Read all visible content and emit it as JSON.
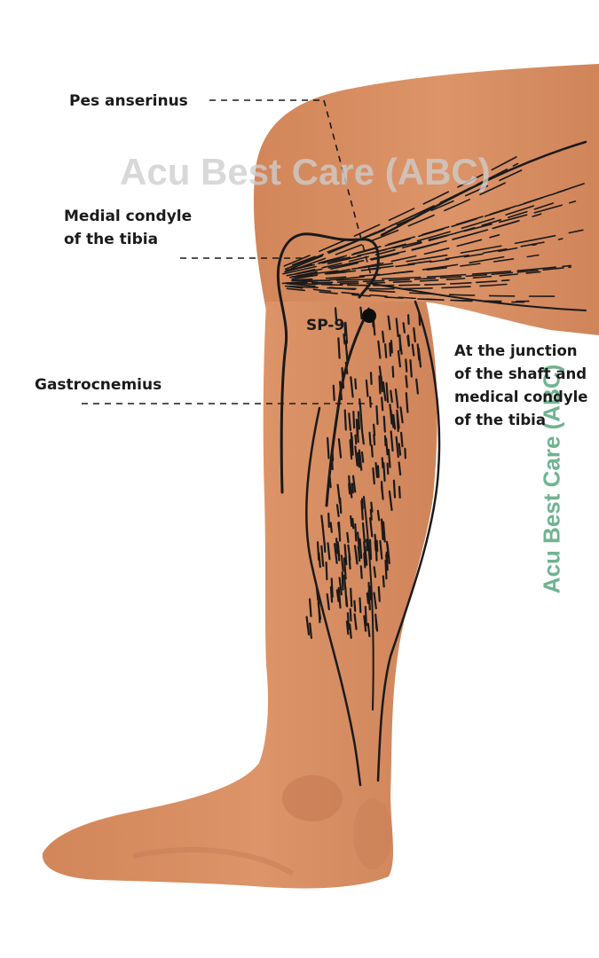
{
  "labels": {
    "pes_anserinus": "Pes anserinus",
    "medial_condyle": [
      "Medial condyle",
      "of the tibia"
    ],
    "gastrocnemius": "Gastrocnemius",
    "point": "SP-9",
    "location": [
      "At the junction",
      "of the shaft and",
      "medical condyle",
      "of the tibia"
    ]
  },
  "watermark": "Acu Best Care (ABC)",
  "colors": {
    "skin": "#d78c61",
    "skin_shadow": "#c77a52",
    "outline": "#1a1a1a",
    "label_text": "#1b1b1b",
    "watermark_gray": "#cdcdcd",
    "watermark_green": "#5ca882"
  }
}
